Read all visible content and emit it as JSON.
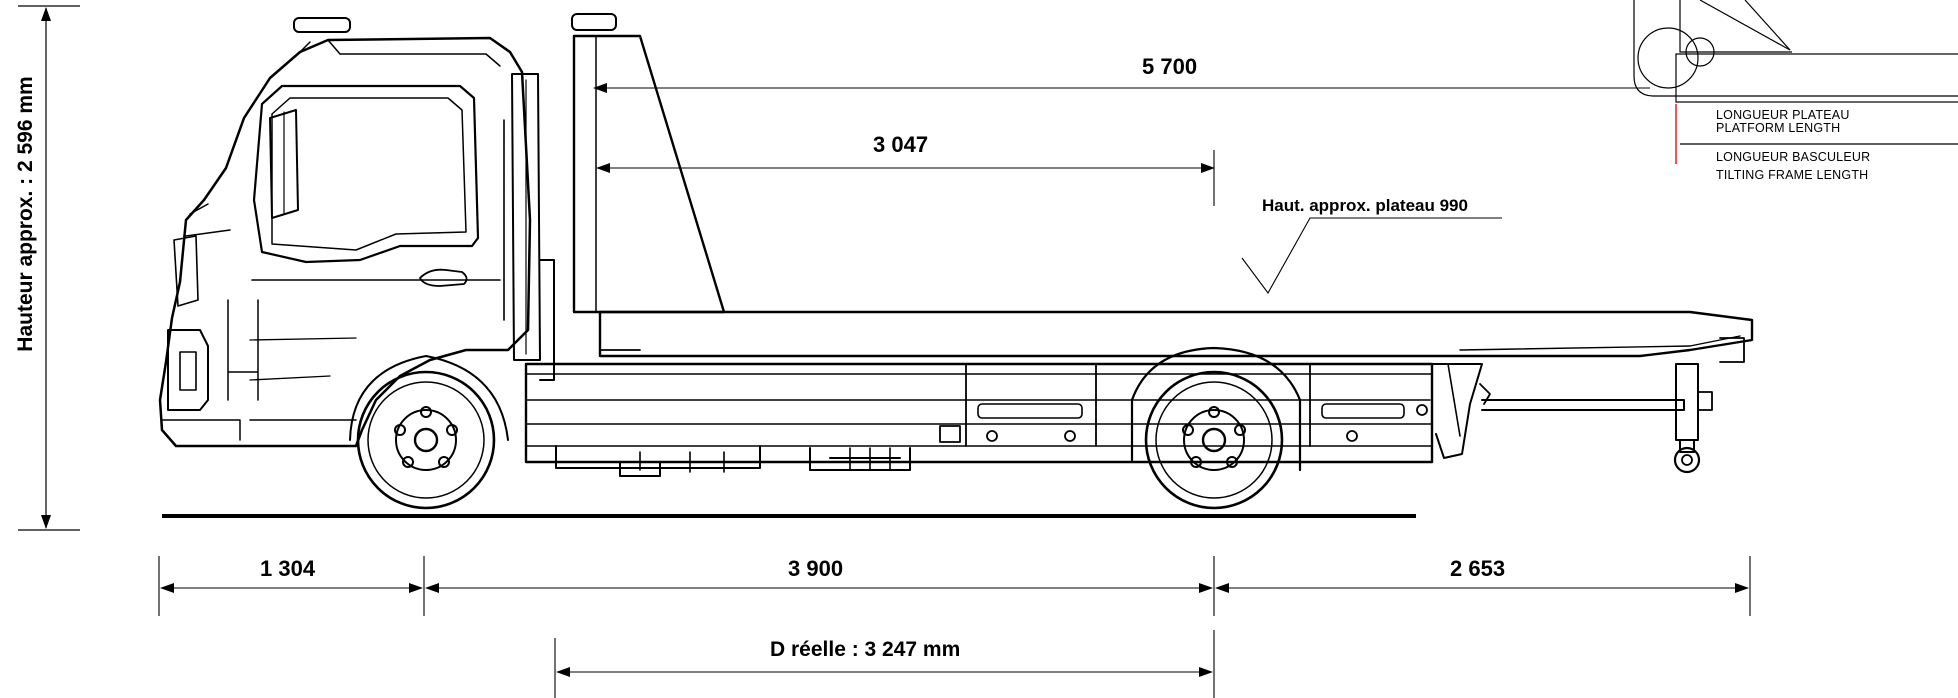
{
  "dimensions": {
    "platform_length": "5 700",
    "tilting_frame_length": "3 047",
    "front_overhang": "1 304",
    "wheelbase": "3 900",
    "rear_overhang": "2 653",
    "real_wheelbase": "D réelle : 3 247 mm",
    "height": "Hauteur approx. : 2 596 mm",
    "platform_height": "Haut. approx. plateau 990"
  },
  "legend": {
    "platform_fr": "LONGUEUR PLATEAU",
    "platform_en": "PLATFORM LENGTH",
    "tilting_fr": "LONGUEUR BASCULEUR",
    "tilting_en": "TILTING FRAME LENGTH"
  },
  "colors": {
    "line": "#000000",
    "legend_accent": "#e02020",
    "background": "#ffffff"
  }
}
